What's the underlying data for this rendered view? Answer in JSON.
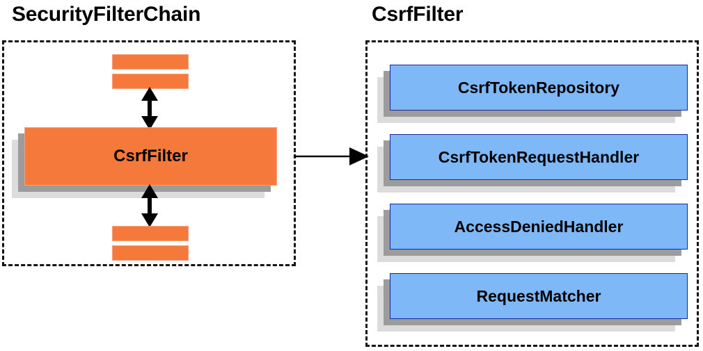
{
  "diagram": {
    "title_left": "SecurityFilterChain",
    "title_right": "CsrfFilter",
    "colors": {
      "orange_fill": "#F4793B",
      "orange_border": "#F7A07A",
      "blue_fill": "#7EB8F7",
      "blue_border": "#17279C",
      "shadow_dark": "#9C9C9C",
      "shadow_light": "#DCDCDC",
      "panel_border": "#121212",
      "background": "#FFFFFF"
    }
  },
  "left_panel": {
    "title": "SecurityFilterChain",
    "top_bars": [
      "",
      ""
    ],
    "main_box": {
      "label": "CsrfFilter"
    },
    "bottom_bars": [
      "",
      ""
    ],
    "arrows": [
      {
        "name": "arrow-up-double",
        "direction": "bidirectional"
      },
      {
        "name": "arrow-down-double",
        "direction": "bidirectional"
      }
    ]
  },
  "connector": {
    "name": "connector-arrow",
    "direction": "left-to-right",
    "label": ""
  },
  "right_panel": {
    "title": "CsrfFilter",
    "items": [
      {
        "label": "CsrfTokenRepository"
      },
      {
        "label": "CsrfTokenRequestHandler"
      },
      {
        "label": "AccessDeniedHandler"
      },
      {
        "label": "RequestMatcher"
      }
    ]
  }
}
